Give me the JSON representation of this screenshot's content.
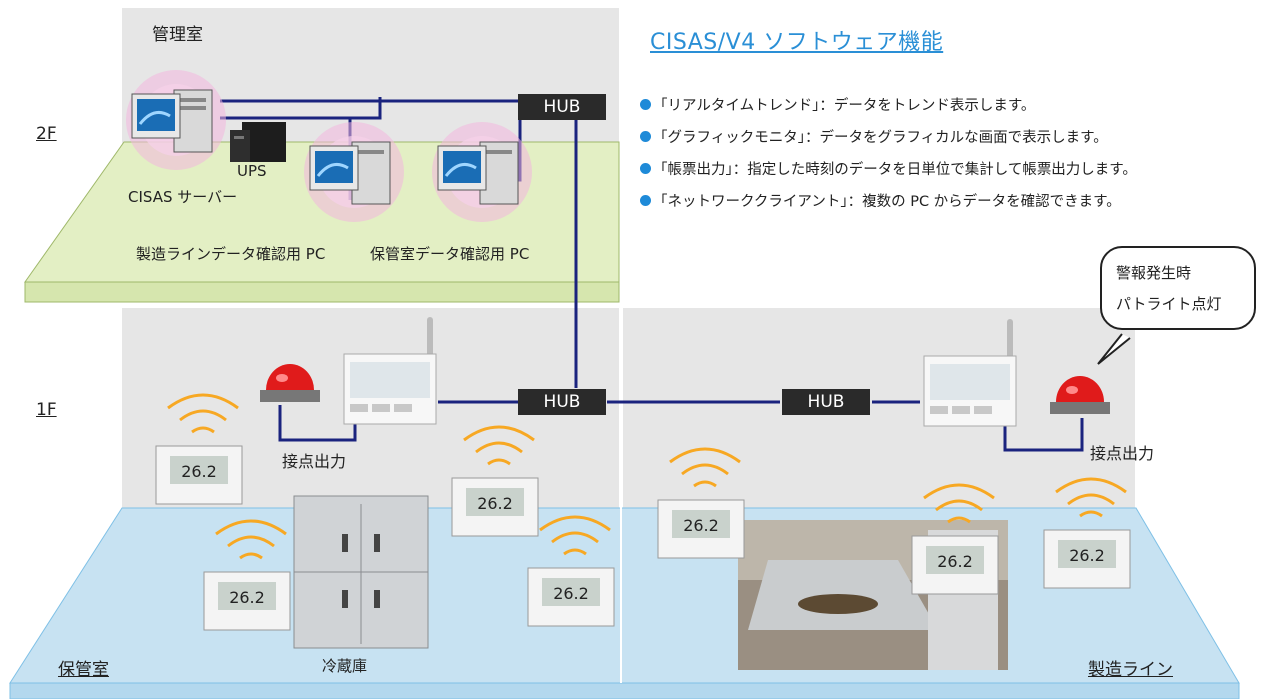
{
  "floors": {
    "second": "2F",
    "first": "1F"
  },
  "rooms": {
    "control_room": "管理室",
    "storage_room": "保管室",
    "production_line": "製造ライン"
  },
  "software": {
    "title": "CISAS/V4 ソフトウェア機能",
    "features": [
      "「リアルタイムトレンド」：データをトレンド表示します。",
      "「グラフィックモニタ」：データをグラフィカルな画面で表示します。",
      "「帳票出力」：指定した時刻のデータを日単位で集計して帳票出力します。",
      "「ネットワーククライアント」：複数の PC からデータを確認できます。"
    ]
  },
  "devices": {
    "hub": "HUB",
    "ups": "UPS",
    "server": "CISAS サーバー",
    "pc_production": "製造ラインデータ確認用 PC",
    "pc_storage": "保管室データ確認用 PC",
    "contact_output": "接点出力",
    "refrigerator": "冷蔵庫",
    "sensor_reading": "26.2"
  },
  "alert": {
    "line1": "警報発生時",
    "line2": "パトライト点灯"
  },
  "colors": {
    "network_line": "#1a237e",
    "accent": "#2a8fd6",
    "upper_floor": "#e3efc4",
    "lower_floor": "#c7e2f2",
    "wall": "#e6e6e6"
  }
}
